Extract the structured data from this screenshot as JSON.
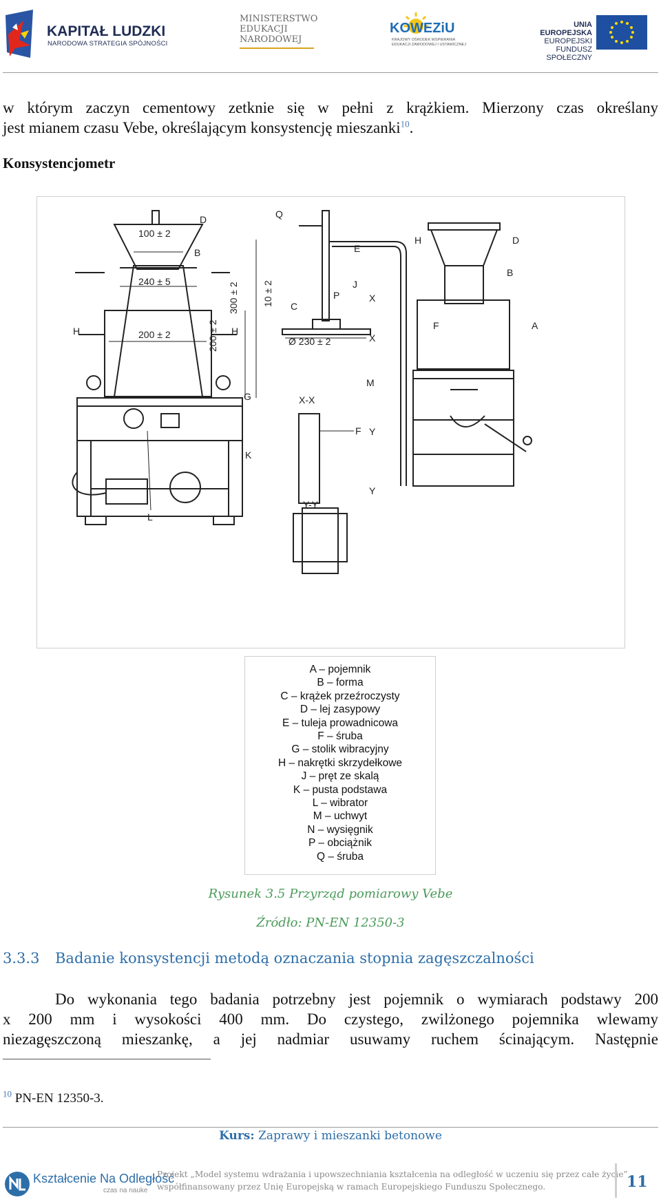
{
  "logos": {
    "kapital_ludzki": {
      "title": "KAPITAŁ LUDZKI",
      "subtitle": "NARODOWA STRATEGIA SPÓJNOŚCI"
    },
    "ministerstwo": {
      "line1": "MINISTERSTWO",
      "line2": "EDUKACJI",
      "line3": "NARODOWEJ"
    },
    "kowezu": {
      "name": "KOWEZiU",
      "sub1": "KRAJOWY OŚRODEK WSPIERANIA",
      "sub2": "EDUKACJI ZAWODOWEJ I USTAWICZNEJ"
    },
    "eu": {
      "line1": "UNIA EUROPEJSKA",
      "line2": "EUROPEJSKI",
      "line3": "FUNDUSZ SPOŁECZNY"
    }
  },
  "intro": {
    "line1": "w którym zaczyn cementowy zetknie się w pełni z krążkiem. Mierzony czas określany",
    "line2": "jest mianem czasu Vebe, określającym konsystencję mieszanki",
    "footnote_ref": "10",
    "line2_end": "."
  },
  "subheading": "Konsystencjometr",
  "figure": {
    "labels": {
      "dim_100": "100 ± 2",
      "dim_240": "240 ± 5",
      "dim_200a": "200 ± 2",
      "dim_200b": "200 ± 2",
      "dim_300": "300 ± 2",
      "dim_10": "10 ± 2",
      "dim_230": "Ø 230 ± 2",
      "A": "A",
      "B": "B",
      "C": "C",
      "D": "D",
      "E": "E",
      "F": "F",
      "G": "G",
      "H": "H",
      "J": "J",
      "K": "K",
      "L": "L",
      "M": "M",
      "P": "P",
      "Q": "Q",
      "X": "X",
      "Y": "Y",
      "section_xx": "X-X",
      "section_yy": "Y-Y"
    }
  },
  "legend": {
    "items": [
      "A – pojemnik",
      "B – forma",
      "C – krążek przeźroczysty",
      "D – lej zasypowy",
      "E – tuleja prowadnicowa",
      "F – śruba",
      "G – stolik wibracyjny",
      "H – nakrętki skrzydełkowe",
      "J – pręt ze skalą",
      "K – pusta podstawa",
      "L – wibrator",
      "M – uchwyt",
      "N – wysięgnik",
      "P – obciążnik",
      "Q – śruba"
    ]
  },
  "caption": {
    "title": "Rysunek 3.5 Przyrząd pomiarowy Vebe",
    "source": "Źródło: PN-EN 12350-3"
  },
  "section": {
    "number": "3.3.3",
    "title": "Badanie konsystencji metodą oznaczania stopnia zagęszczalności"
  },
  "paragraph": {
    "line1": "Do wykonania tego badania potrzebny jest pojemnik o wymiarach podstawy 200",
    "line2": "x 200 mm i wysokości 400 mm. Do czystego, zwilżonego pojemnika wlewamy",
    "line3": "niezagęszczoną mieszankę, a jej nadmiar usuwamy ruchem ścinającym. Następnie"
  },
  "footnote": {
    "number": "10",
    "text": "PN-EN 12350-3."
  },
  "footer": {
    "course_label": "Kurs:",
    "course_name": "Zaprawy i mieszanki betonowe",
    "brand_name": "Kształcenie Na Odległość",
    "brand_sub": "czas na nauke",
    "project_line1": "Projekt „Model systemu wdrażania i upowszechniania kształcenia na odległość w uczeniu się przez całe życie”",
    "project_line2": "współfinansowany przez Unię Europejską w ramach Europejskiego Funduszu Społecznego.",
    "page_number": "11"
  },
  "colors": {
    "accent_blue": "#2d6ea8",
    "caption_green": "#4b9a5a",
    "eu_blue": "#1f4fa0",
    "eu_yellow": "#ffdd00"
  }
}
